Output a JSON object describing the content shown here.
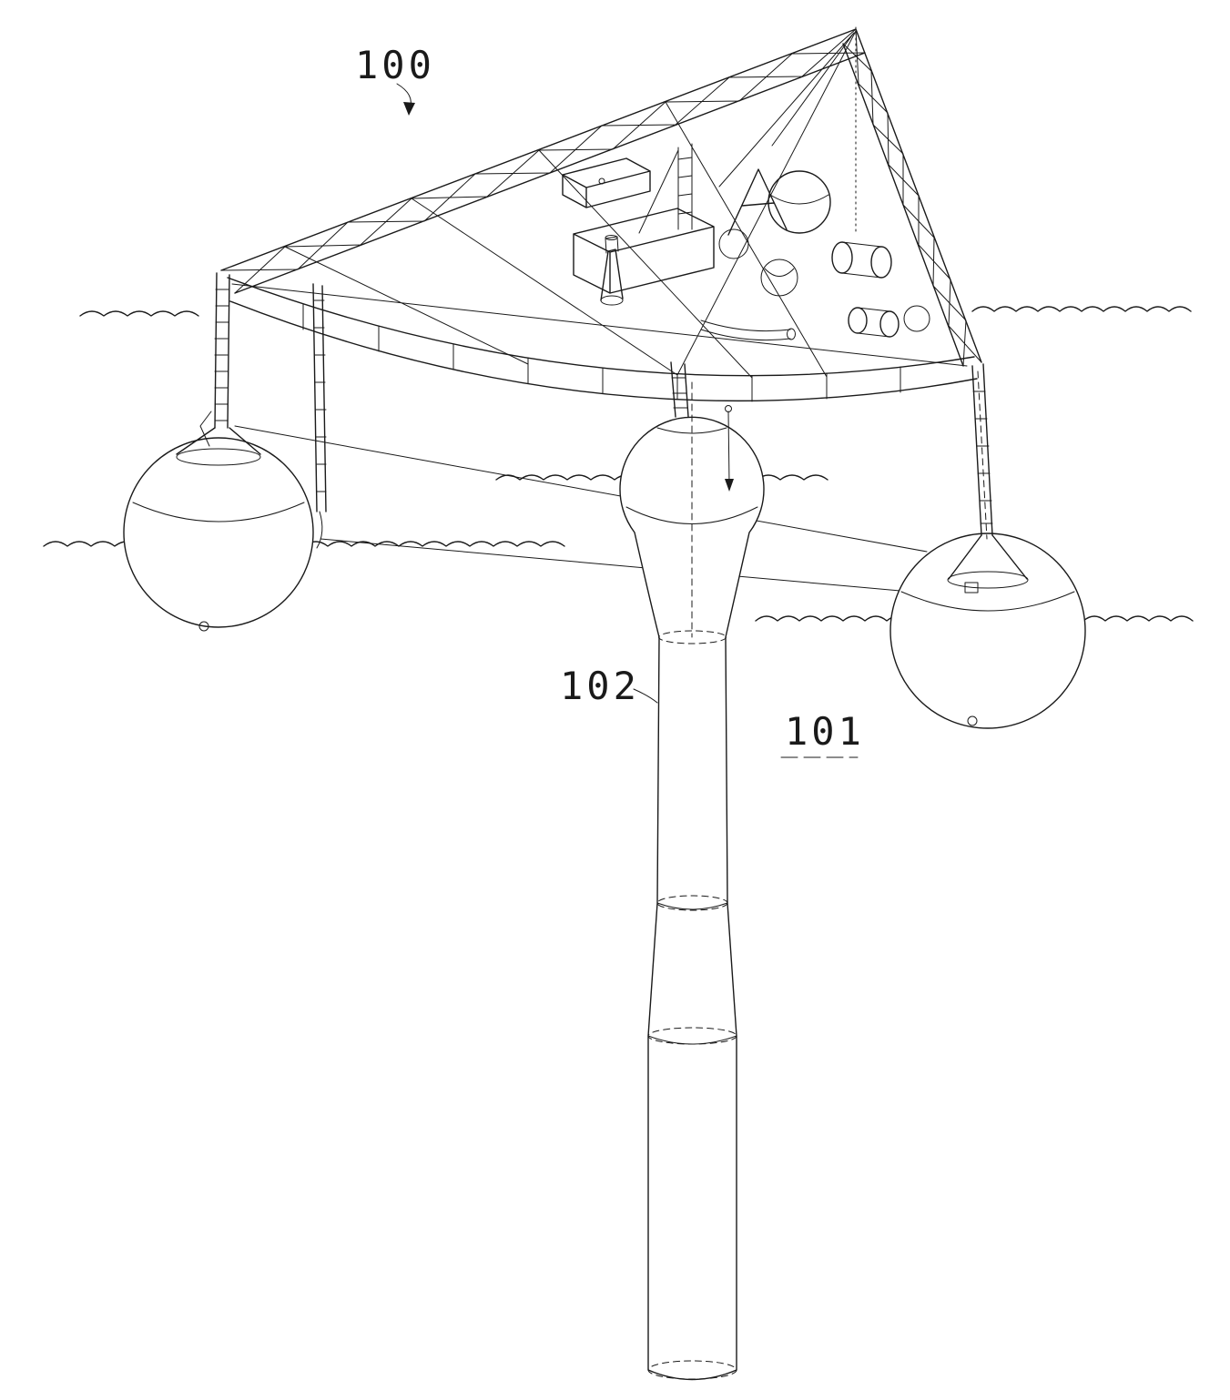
{
  "figure": {
    "labels": {
      "assembly": "100",
      "spar_column": "102",
      "waterline": "101"
    }
  },
  "colors": {
    "ink": "#1a1a1a",
    "paper": "#ffffff"
  }
}
